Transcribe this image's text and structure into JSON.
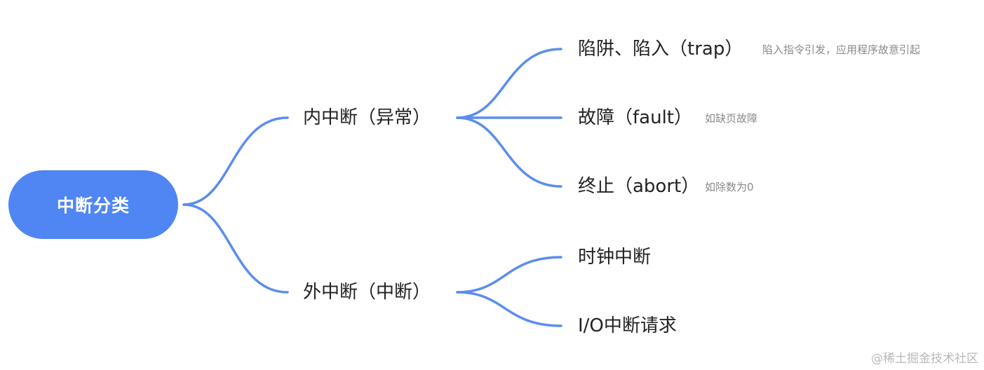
{
  "root": {
    "label": "中断分类"
  },
  "branches": [
    {
      "label": "内中断（异常）",
      "children": [
        {
          "label": "陷阱、陷入（trap）",
          "note": "陷入指令引发，应用程序故意引起"
        },
        {
          "label": "故障（fault）",
          "note": "如缺页故障"
        },
        {
          "label": "终止（abort）",
          "note": "如除数为0"
        }
      ]
    },
    {
      "label": "外中断（中断）",
      "children": [
        {
          "label": "时钟中断",
          "note": ""
        },
        {
          "label": "I/O中断请求",
          "note": ""
        }
      ]
    }
  ],
  "watermark": "@稀土掘金技术社区",
  "colors": {
    "accent": "#4f86f4",
    "connector": "#5b8def"
  }
}
